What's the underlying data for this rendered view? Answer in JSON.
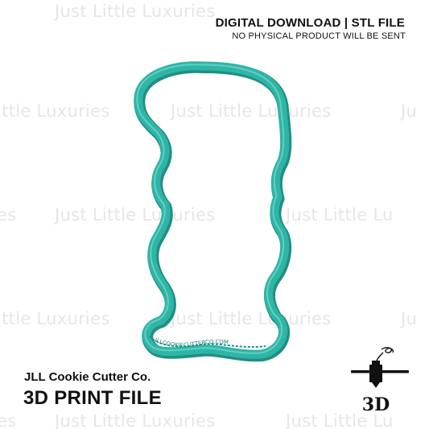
{
  "header": {
    "title": "DIGITAL DOWNLOAD | STL FILE",
    "subtitle": "NO PHYSICAL PRODUCT WILL BE SENT"
  },
  "footer": {
    "brand": "JLL Cookie Cutter Co.",
    "product": "3D PRINT FILE"
  },
  "watermark": {
    "text": "Just Little Luxuries",
    "rows": [
      "Just Little Luxuries",
      "ittle Luxuries",
      "Just Little Luxuries",
      "Ju",
      "es",
      "Just Little Luxuries",
      "Just Little Lu",
      "ittle Luxuries",
      "Just Little Luxuries",
      "Ju",
      "es",
      "Just Little Luxuries",
      "Just Little Lu"
    ],
    "color": "#e6e6e6"
  },
  "cutter_imprint_text": "JLLCOOKIECUTTERCO.COM",
  "printer_icon_label": "3D",
  "icons": {
    "cookie_cutter": "cookie-cutter-outline-icon",
    "printer": "3d-printer-icon"
  },
  "colors": {
    "cutter_fill": "#2fb5a6",
    "cutter_shadow": "#1f8f83",
    "text": "#111111"
  }
}
